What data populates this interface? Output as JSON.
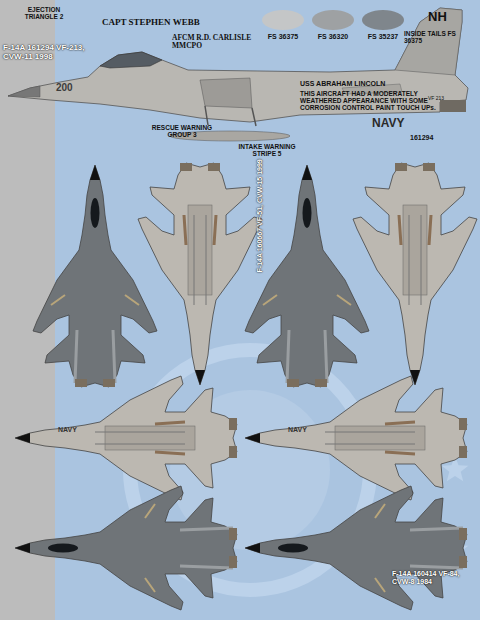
{
  "diagram": {
    "labels": [
      "EJECTION TRIANGLE 2",
      "F-14A 161294 VF-213, CVW-11 1998",
      "CAPT STEPHEN WEBB",
      "AFCM R.D. CARLISLE MMCPO",
      "USS ABRAHAM LINCOLN",
      "THIS AIRCRAFT HAD A MODERATELY WEATHERED APPEARANCE WITH SOME CORROSION CONTROL PAINT TOUCH UPs.",
      "INSIDE TAILS FS 36375",
      "NH",
      "VF 213",
      "200",
      "RESCUE WARNING GROUP 3",
      "INTAKE WARNING STRIPE 5",
      "NAVY",
      "161294",
      "F-14A 160667 VF-51, CVW-15 1999",
      "NAVY",
      "NAVY",
      "F-14A 160414 VF-84, CVW-8 1984"
    ],
    "legend": [
      {
        "text": "FS 36375",
        "color": "#c4c6c7"
      },
      {
        "text": "FS 36320",
        "color": "#9ea1a3"
      },
      {
        "text": "FS 35237",
        "color": "#7f868c"
      }
    ]
  }
}
